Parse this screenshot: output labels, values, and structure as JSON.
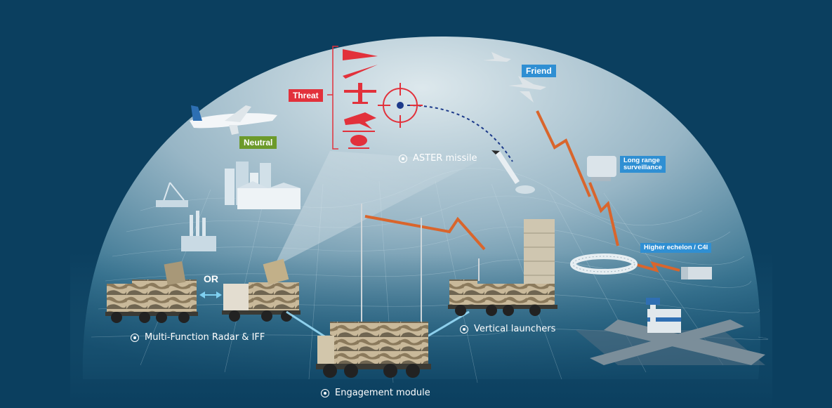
{
  "labels": {
    "threat": "Threat",
    "friend": "Friend",
    "neutral": "Neutral",
    "long_range_line1": "Long range",
    "long_range_line2": "surveillance",
    "higher_echelon": "Higher echelon / C4I",
    "or": "OR"
  },
  "callouts": {
    "aster": "ASTER missile",
    "mfr": "Multi-Function Radar & IFF",
    "vertical": "Vertical launchers",
    "engagement": "Engagement module"
  },
  "colors": {
    "background": "#0b3f5f",
    "threat": "#e2313b",
    "friend": "#2f8fd3",
    "neutral": "#6c9a2a",
    "datalink": "#d9652c"
  }
}
